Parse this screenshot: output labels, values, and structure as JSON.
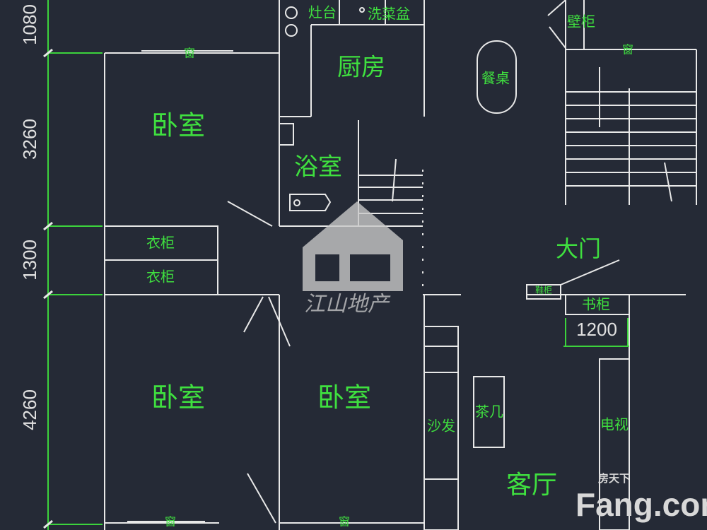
{
  "colors": {
    "background": "#252a36",
    "walls": "#e8e8e8",
    "labels": "#3fe03f",
    "dimension_lines": "#3cd33c"
  },
  "dimensions": {
    "left": [
      "1080",
      "3260",
      "1300",
      "4260"
    ],
    "entry_width": "1200"
  },
  "rooms": {
    "bedroom_top": "卧室",
    "bedroom_bottom_left": "卧室",
    "bedroom_bottom_right": "卧室",
    "kitchen": "厨房",
    "bathroom": "浴室",
    "living_room": "客厅",
    "main_door": "大门"
  },
  "fixtures": {
    "stove": "灶台",
    "sink": "洗菜盆",
    "dining_table": "餐桌",
    "wall_cabinet": "壁柜",
    "wardrobe_1": "衣柜",
    "wardrobe_2": "衣柜",
    "shoe_cabinet": "鞋柜",
    "bookcase": "书柜",
    "sofa": "沙发",
    "coffee_table": "茶几",
    "tv": "电视"
  },
  "windows": {
    "top_left": "窗",
    "top_right": "窗",
    "bottom_left": "窗",
    "bottom_middle": "窗"
  },
  "watermarks": {
    "agency": "江山地产",
    "site_cn": "房天下",
    "site": "Fang.com"
  }
}
